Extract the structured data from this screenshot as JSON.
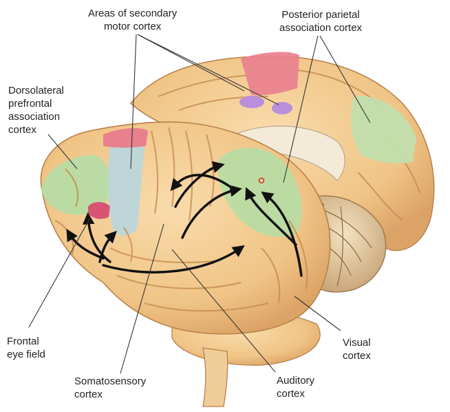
{
  "labels": {
    "secondary_motor": [
      "Areas of secondary",
      "motor cortex"
    ],
    "posterior_parietal": [
      "Posterior parietal",
      "association cortex"
    ],
    "dorsolateral": [
      "Dorsolateral",
      "prefrontal",
      "association",
      "cortex"
    ],
    "frontal_eye": [
      "Frontal",
      "eye field"
    ],
    "somatosensory": [
      "Somatosensory",
      "cortex"
    ],
    "auditory": [
      "Auditory",
      "cortex"
    ],
    "visual": [
      "Visual",
      "cortex"
    ]
  },
  "colors": {
    "brain_tissue": "#f2c98c",
    "brain_highlight": "#f8dcaa",
    "gyrus_line": "#c98f4f",
    "association_green": "#b9dca8",
    "premotor_blue": "#bcd6dc",
    "motor_pink": "#ea7a8a",
    "secondary_purple": "#b58fd8",
    "pathway_arrow": "#111111",
    "leader_line": "#333333"
  }
}
